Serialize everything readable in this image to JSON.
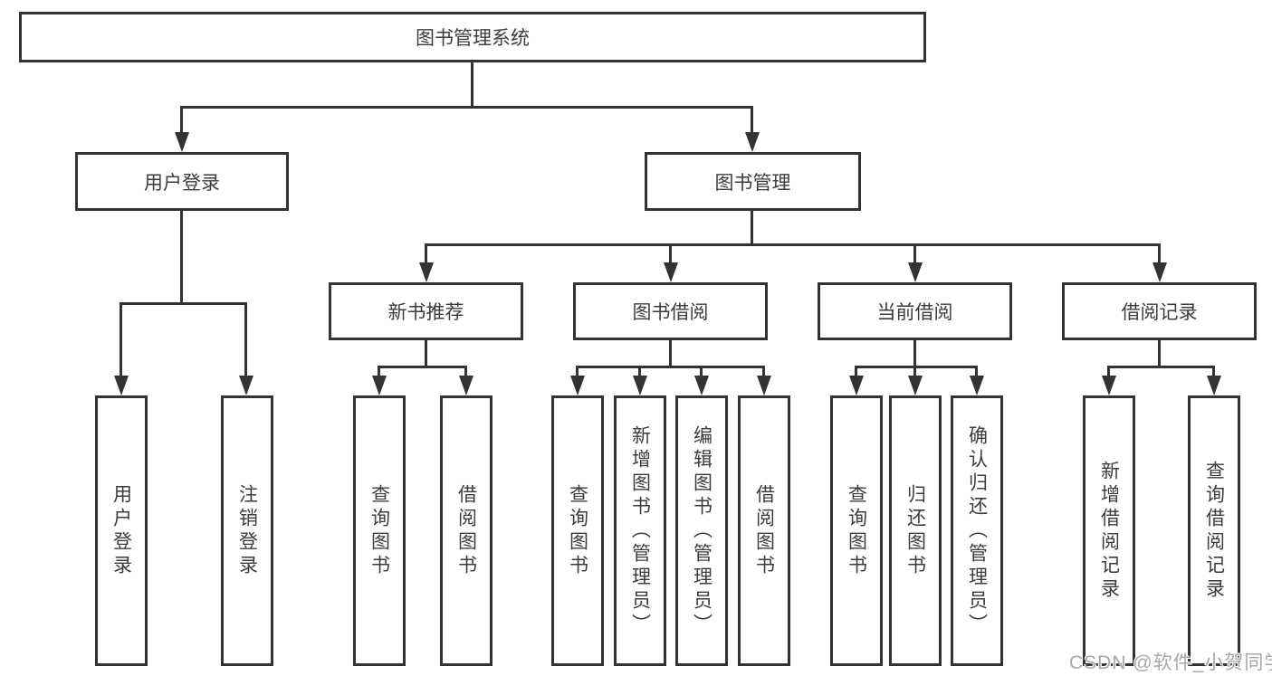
{
  "tree": {
    "root": "图书管理系统",
    "branches": [
      {
        "label": "用户登录",
        "children": [
          "用户登录",
          "注销登录"
        ]
      },
      {
        "label": "图书管理",
        "groups": [
          {
            "label": "新书推荐",
            "children": [
              "查询图书",
              "借阅图书"
            ]
          },
          {
            "label": "图书借阅",
            "children": [
              "查询图书",
              "新增图书（管理员）",
              "编辑图书（管理员）",
              "借阅图书"
            ]
          },
          {
            "label": "当前借阅",
            "children": [
              "查询图书",
              "归还图书",
              "确认归还（管理员）"
            ]
          },
          {
            "label": "借阅记录",
            "children": [
              "新增借阅记录",
              "查询借阅记录"
            ]
          }
        ]
      }
    ]
  },
  "watermark": "CSDN @软件_小贺同学",
  "colors": {
    "line": "#333333",
    "text": "#3c3c3c",
    "watermark": "#a8a8a8",
    "background": "#ffffff"
  }
}
